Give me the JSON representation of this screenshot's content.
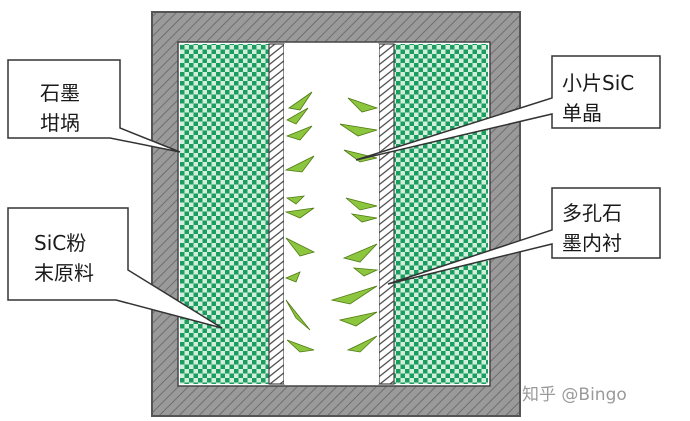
{
  "labels": {
    "crucible": [
      "石墨",
      "坩埚"
    ],
    "powder": [
      "SiC粉",
      "末原料"
    ],
    "crystal": [
      "小片SiC",
      "单晶"
    ],
    "liner": [
      "多孔石",
      "墨内衬"
    ]
  },
  "watermark": "知乎 @Bingo",
  "colors": {
    "wall_fill": "#909090",
    "powder_base": "#cfe9d8",
    "powder_dots": "#159a5c",
    "crystal": "#86c51f",
    "liner_hatch": "#555555",
    "callout_stroke": "#333333"
  },
  "icons": [
    "hatched-wall",
    "checker-powder",
    "crystal-shard"
  ]
}
